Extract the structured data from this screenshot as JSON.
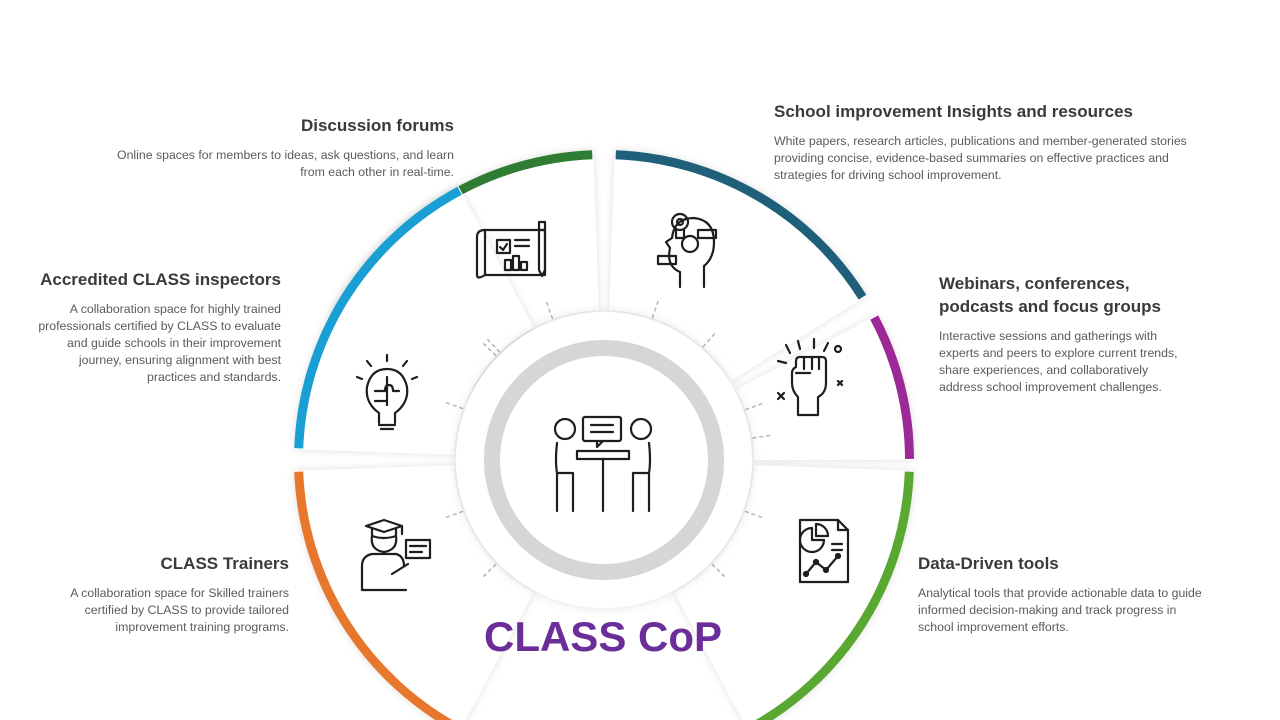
{
  "title": {
    "text": "CLASS CoP",
    "color": "#6b2d97"
  },
  "sections": [
    {
      "id": "discussion-forums",
      "title": "Discussion forums",
      "description": "Online spaces for members to ideas, ask questions, and learn from each other in real-time.",
      "color": "#2e7d32",
      "icon": "blueprint-icon"
    },
    {
      "id": "insights-resources",
      "title": "School improvement Insights and resources",
      "description": "White papers, research articles, publications and member-generated stories providing concise, evidence-based summaries on effective practices and strategies for driving school improvement.",
      "color": "#1f5f7a",
      "icon": "head-idea-icon"
    },
    {
      "id": "webinars",
      "title": "Webinars, conferences, podcasts and focus groups",
      "description": "Interactive sessions and gatherings with experts and peers to explore current trends, share experiences, and collaboratively address school improvement challenges.",
      "color": "#9b2a96",
      "icon": "raised-fist-icon"
    },
    {
      "id": "data-tools",
      "title": "Data-Driven tools",
      "description": "Analytical tools that provide actionable data to guide informed decision-making and track progress in school improvement efforts.",
      "color": "#58a832",
      "icon": "data-report-icon"
    },
    {
      "id": "trainers",
      "title": "CLASS Trainers",
      "description": "A collaboration space for Skilled trainers certified by CLASS to provide tailored improvement training programs.",
      "color": "#e8772e",
      "icon": "graduate-presenter-icon"
    },
    {
      "id": "inspectors",
      "title": "Accredited CLASS inspectors",
      "description": "A collaboration space for highly trained professionals certified by CLASS to evaluate and guide schools in their improvement journey, ensuring alignment with best practices and standards.",
      "color": "#1a9fd4",
      "icon": "lightbulb-puzzle-icon"
    }
  ],
  "center": {
    "icon": "meeting-discussion-icon"
  }
}
